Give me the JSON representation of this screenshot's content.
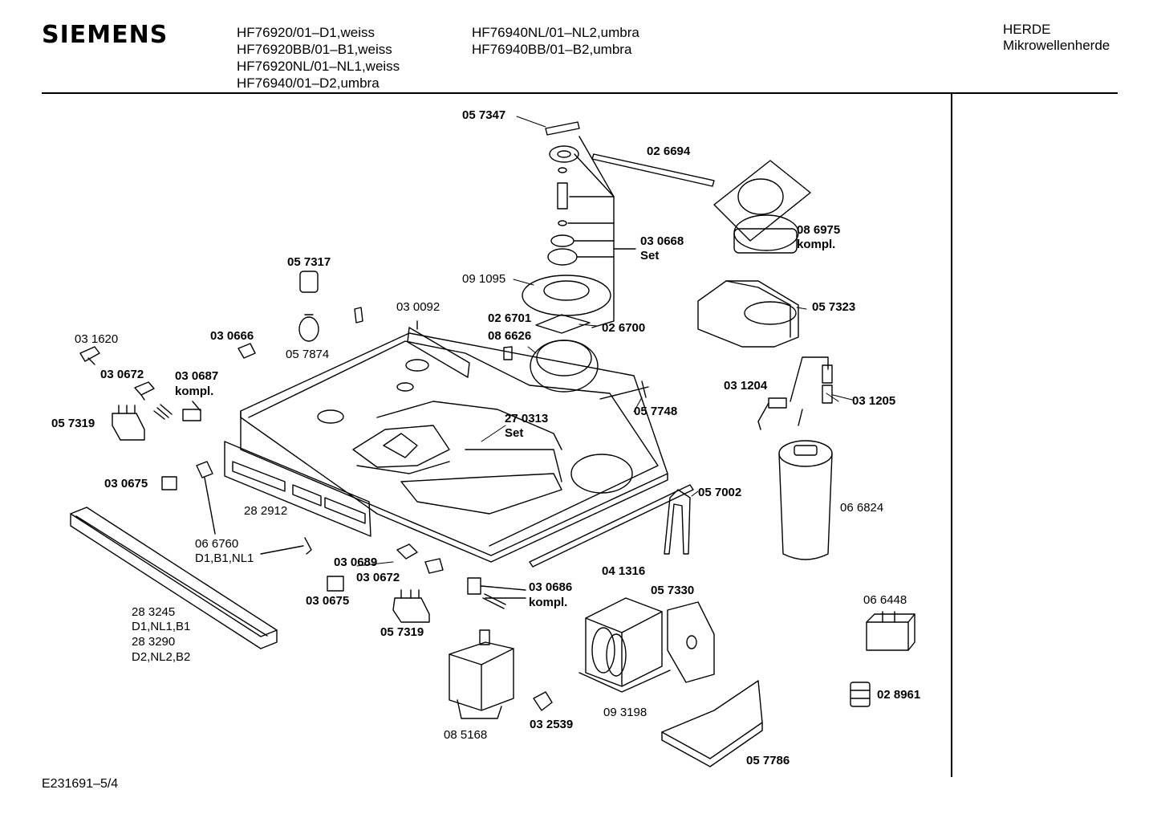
{
  "header": {
    "brand": "SIEMENS",
    "models_col1": [
      "HF76920/01–D1,weiss",
      "HF76920BB/01–B1,weiss",
      "HF76920NL/01–NL1,weiss",
      "HF76940/01–D2,umbra"
    ],
    "models_col2": [
      "HF76940NL/01–NL2,umbra",
      "HF76940BB/01–B2,umbra"
    ],
    "category": "HERDE",
    "subcategory": "Mikrowellenherde"
  },
  "footer": {
    "doc_id": "E231691–5/4"
  },
  "parts": [
    {
      "id": "p057347",
      "text": "05 7347",
      "bold": true
    },
    {
      "id": "p026694",
      "text": "02 6694",
      "bold": true
    },
    {
      "id": "p030668",
      "text": "03 0668",
      "bold": true
    },
    {
      "id": "p030668set",
      "text": "Set",
      "bold": true
    },
    {
      "id": "p086975",
      "text": "08 6975",
      "bold": true
    },
    {
      "id": "p086975k",
      "text": "kompl.",
      "bold": true
    },
    {
      "id": "p057317",
      "text": "05 7317",
      "bold": true
    },
    {
      "id": "p091095",
      "text": "09 1095",
      "bold": false
    },
    {
      "id": "p030092",
      "text": "03 0092",
      "bold": false
    },
    {
      "id": "p057323",
      "text": "05 7323",
      "bold": true
    },
    {
      "id": "p026701",
      "text": "02 6701",
      "bold": true
    },
    {
      "id": "p026700",
      "text": "02 6700",
      "bold": true
    },
    {
      "id": "p086626",
      "text": "08 6626",
      "bold": true
    },
    {
      "id": "p030666",
      "text": "03 0666",
      "bold": true
    },
    {
      "id": "p057874",
      "text": "05 7874",
      "bold": false
    },
    {
      "id": "p031620",
      "text": "03 1620",
      "bold": false
    },
    {
      "id": "p030672a",
      "text": "03 0672",
      "bold": true
    },
    {
      "id": "p030687",
      "text": "03 0687",
      "bold": true
    },
    {
      "id": "p030687k",
      "text": "kompl.",
      "bold": true
    },
    {
      "id": "p031204",
      "text": "03 1204",
      "bold": true
    },
    {
      "id": "p031205",
      "text": "03 1205",
      "bold": true
    },
    {
      "id": "p057748",
      "text": "05 7748",
      "bold": true
    },
    {
      "id": "p057319a",
      "text": "05 7319",
      "bold": true
    },
    {
      "id": "p270313",
      "text": "27 0313",
      "bold": true
    },
    {
      "id": "p270313set",
      "text": "Set",
      "bold": true
    },
    {
      "id": "p030675a",
      "text": "03 0675",
      "bold": true
    },
    {
      "id": "p057002",
      "text": "05 7002",
      "bold": true
    },
    {
      "id": "p282912",
      "text": "28 2912",
      "bold": false
    },
    {
      "id": "p066824",
      "text": "06 6824",
      "bold": false
    },
    {
      "id": "p066760",
      "text": "06 6760",
      "bold": false
    },
    {
      "id": "p066760v",
      "text": "D1,B1,NL1",
      "bold": false
    },
    {
      "id": "p030689",
      "text": "03 0689",
      "bold": true
    },
    {
      "id": "p030672b",
      "text": "03 0672",
      "bold": true
    },
    {
      "id": "p041316",
      "text": "04 1316",
      "bold": true
    },
    {
      "id": "p030675b",
      "text": "03 0675",
      "bold": true
    },
    {
      "id": "p030686",
      "text": "03 0686",
      "bold": true
    },
    {
      "id": "p030686k",
      "text": "kompl.",
      "bold": true
    },
    {
      "id": "p057330",
      "text": "05 7330",
      "bold": true
    },
    {
      "id": "p066448",
      "text": "06 6448",
      "bold": false
    },
    {
      "id": "p283245",
      "text": "28 3245",
      "bold": false
    },
    {
      "id": "p283245v",
      "text": "D1,NL1,B1",
      "bold": false
    },
    {
      "id": "p283290",
      "text": "28 3290",
      "bold": false
    },
    {
      "id": "p283290v",
      "text": "D2,NL2,B2",
      "bold": false
    },
    {
      "id": "p057319b",
      "text": "05 7319",
      "bold": true
    },
    {
      "id": "p028961",
      "text": "02 8961",
      "bold": true
    },
    {
      "id": "p093198",
      "text": "09 3198",
      "bold": false
    },
    {
      "id": "p085168",
      "text": "08 5168",
      "bold": false
    },
    {
      "id": "p032539",
      "text": "03 2539",
      "bold": true
    },
    {
      "id": "p057786",
      "text": "05 7786",
      "bold": true
    }
  ]
}
